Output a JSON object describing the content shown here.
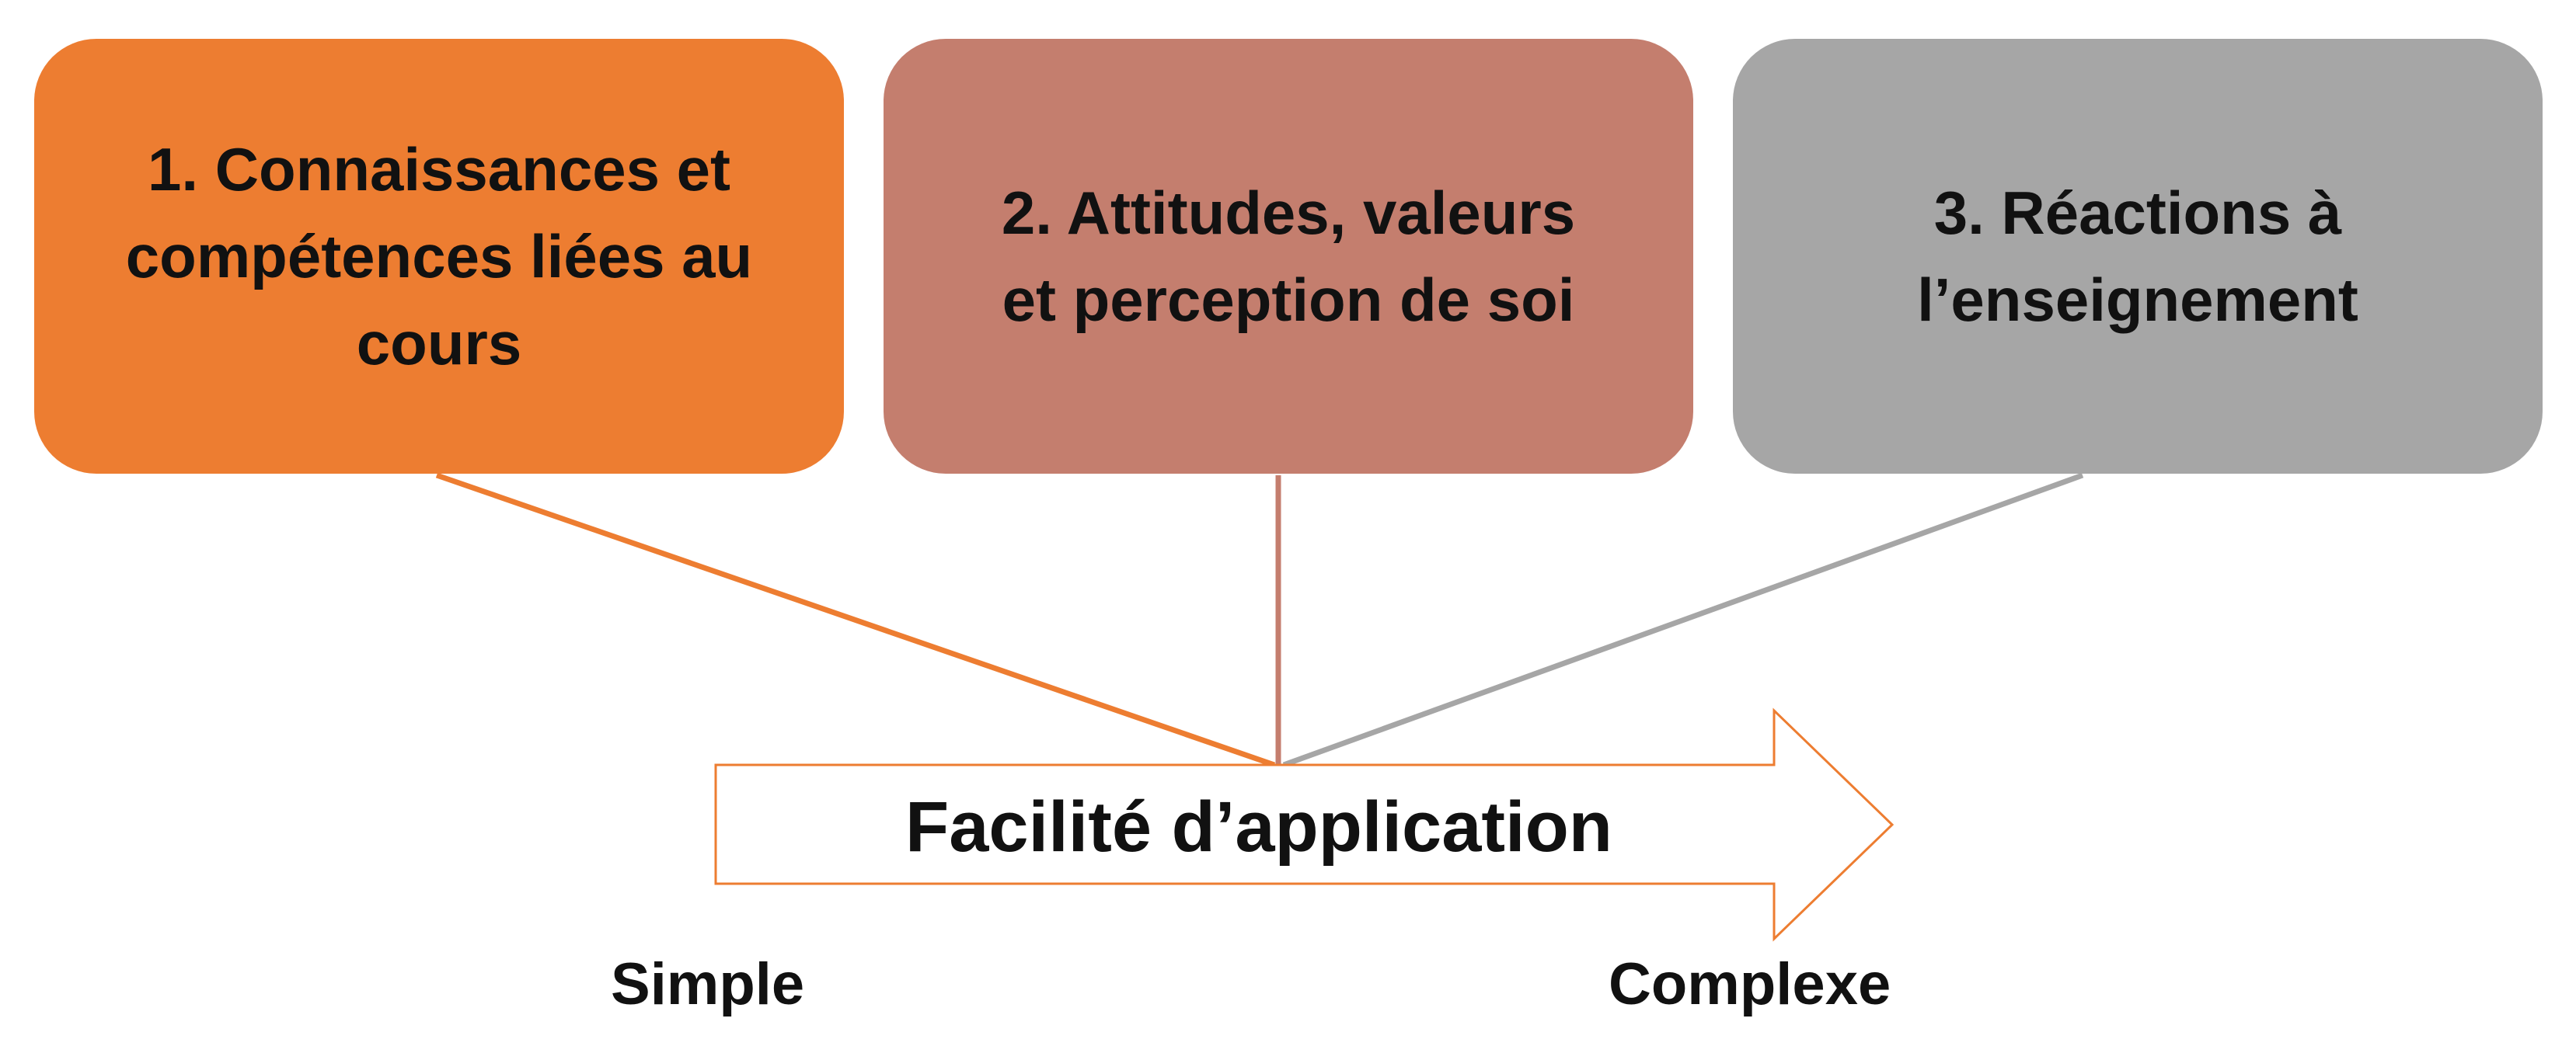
{
  "diagram": {
    "boxes": [
      {
        "id": "knowledge",
        "label": "1. Connaissances et\ncompétences liées au\ncours",
        "color": "#ED7D31"
      },
      {
        "id": "attitudes",
        "label": "2. Attitudes, valeurs\net perception de soi",
        "color": "#C47E6E"
      },
      {
        "id": "reactions",
        "label": "3. Réactions à\nl’enseignement",
        "color": "#A6A6A6"
      }
    ],
    "arrow": {
      "label": "Facilité d’application",
      "border_color": "#ED7D31"
    },
    "scale": {
      "start": "Simple",
      "end": "Complexe"
    },
    "connector_colors": [
      "#ED7D31",
      "#C47E6E",
      "#A6A6A6"
    ]
  }
}
